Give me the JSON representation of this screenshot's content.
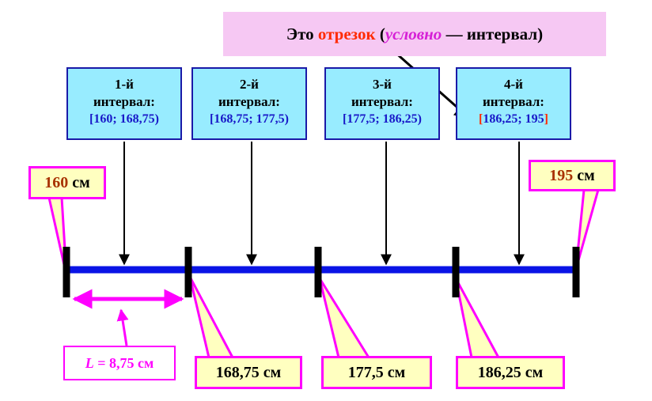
{
  "header": {
    "prefix": "Это",
    "highlight": "отрезок",
    "open_paren": "(",
    "italic": "условно",
    "suffix": "— интервал)"
  },
  "intervals": [
    {
      "title": "1-й",
      "subtitle": "интервал:",
      "open": "[",
      "range": "160; 168,75",
      "close": ")"
    },
    {
      "title": "2-й",
      "subtitle": "интервал:",
      "open": "[",
      "range": "168,75; 177,5",
      "close": ")"
    },
    {
      "title": "3-й",
      "subtitle": "интервал:",
      "open": "[",
      "range": "177,5; 186,25",
      "close": ")"
    },
    {
      "title": "4-й",
      "subtitle": "интервал:",
      "open": "[",
      "range": "186,25; 195",
      "close": "]"
    }
  ],
  "endpoints": {
    "left": {
      "value": "160",
      "unit": "см"
    },
    "right": {
      "value": "195",
      "unit": "см"
    }
  },
  "boundaries": [
    "168,75 см",
    "177,5 см",
    "186,25 см"
  ],
  "length_label": {
    "var": "L",
    "text": "= 8,75 см"
  },
  "colors": {
    "axis": "#0a14e6",
    "tick": "#000000",
    "callout_border": "#ff00ff",
    "callout_fill": "#ffffc0",
    "interval_fill": "#98ecff",
    "interval_border": "#1a1aa8",
    "header_fill": "#f6c8f3",
    "accent_red": "#ff2a00",
    "accent_magenta": "#ff00ff"
  }
}
